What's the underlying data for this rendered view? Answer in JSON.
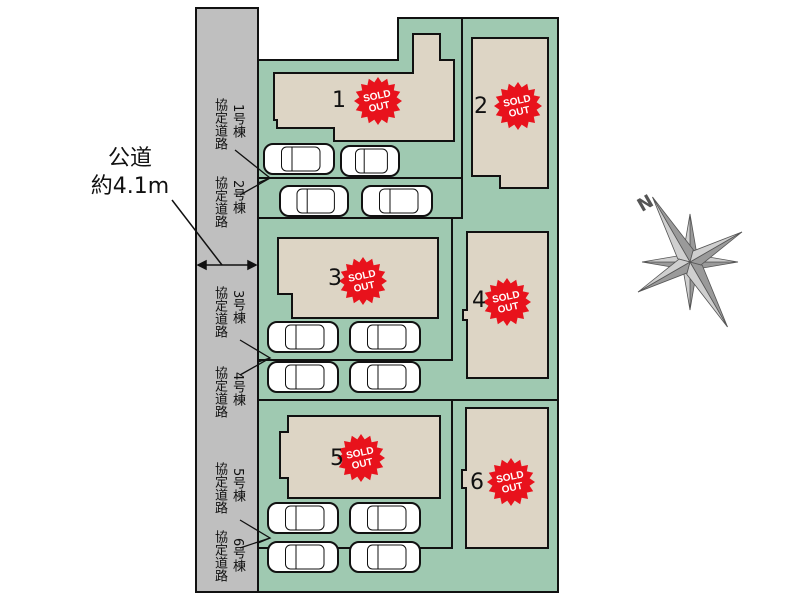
{
  "road": {
    "name": "公道",
    "width": "約4.1m"
  },
  "lots": [
    {
      "number": "1",
      "label": "1号棟",
      "status": "SOLD OUT"
    },
    {
      "number": "2",
      "label": "2号棟",
      "status": "SOLD OUT"
    },
    {
      "number": "3",
      "label": "3号棟",
      "status": "SOLD OUT"
    },
    {
      "number": "4",
      "label": "4号棟",
      "status": "SOLD OUT"
    },
    {
      "number": "5",
      "label": "5号棟",
      "status": "SOLD OUT"
    },
    {
      "number": "6",
      "label": "6号棟",
      "status": "SOLD OUT"
    }
  ],
  "private_road": {
    "label": "協定道路",
    "lots": [
      "1号棟",
      "2号棟",
      "3号棟",
      "4号棟",
      "5号棟",
      "6号棟"
    ]
  },
  "sold_line1": "SOLD",
  "sold_line2": "OUT",
  "compass": {
    "label": "N"
  },
  "colors": {
    "road": "#bfbfbf",
    "lot": "#9fc9b1",
    "building": "#ddd5c5",
    "sold": "#e8121c"
  }
}
